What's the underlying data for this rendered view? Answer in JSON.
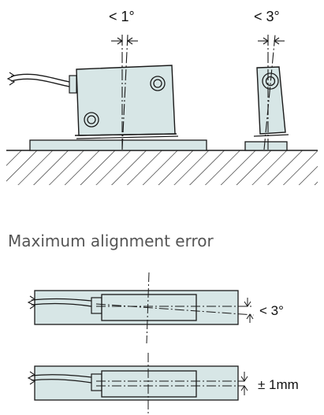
{
  "labels": {
    "top_left_angle": "< 1°",
    "top_right_angle": "< 3°",
    "caption": "Maximum alignment error",
    "mid_angle": "< 3°",
    "bottom_offset": "± 1mm"
  },
  "colors": {
    "body_fill": "#d7e6e6",
    "line": "#1a1a1a",
    "background": "#ffffff",
    "caption_text": "#555555"
  }
}
